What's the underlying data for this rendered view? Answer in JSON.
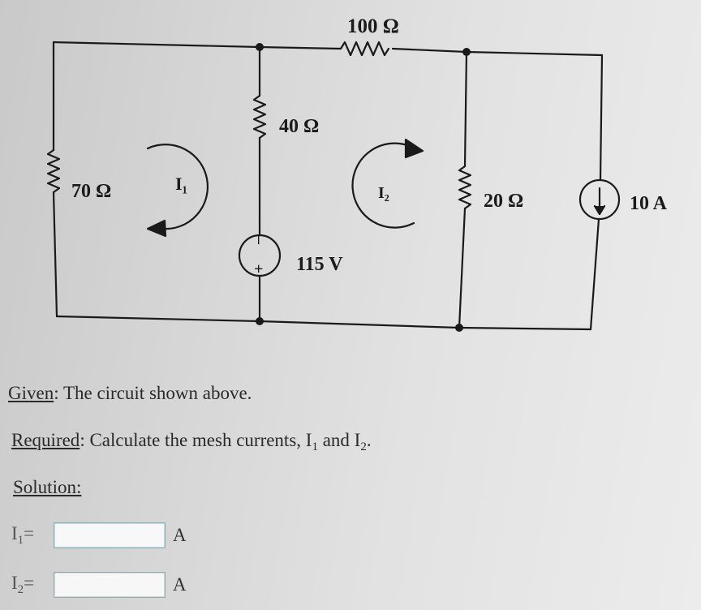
{
  "circuit": {
    "resistor_top": "100 Ω",
    "resistor_mid": "40 Ω",
    "resistor_left": "70 Ω",
    "resistor_right": "20 Ω",
    "voltage_source": "115 V",
    "current_source": "10 A",
    "mesh1": "I₁",
    "mesh2": "I₂",
    "vs_minus": "–",
    "vs_plus": "+"
  },
  "problem": {
    "given_label": "Given",
    "given_text": ": The circuit shown above.",
    "required_label": "Required",
    "required_text": ": Calculate the mesh currents, I",
    "required_sub1": "1",
    "required_and": " and I",
    "required_sub2": "2",
    "required_end": ".",
    "solution_label": "Solution:"
  },
  "answers": [
    {
      "var": "I",
      "sub": "1",
      "eq": "=",
      "value": "",
      "unit": "A"
    },
    {
      "var": "I",
      "sub": "2",
      "eq": "=",
      "value": "",
      "unit": "A"
    }
  ]
}
